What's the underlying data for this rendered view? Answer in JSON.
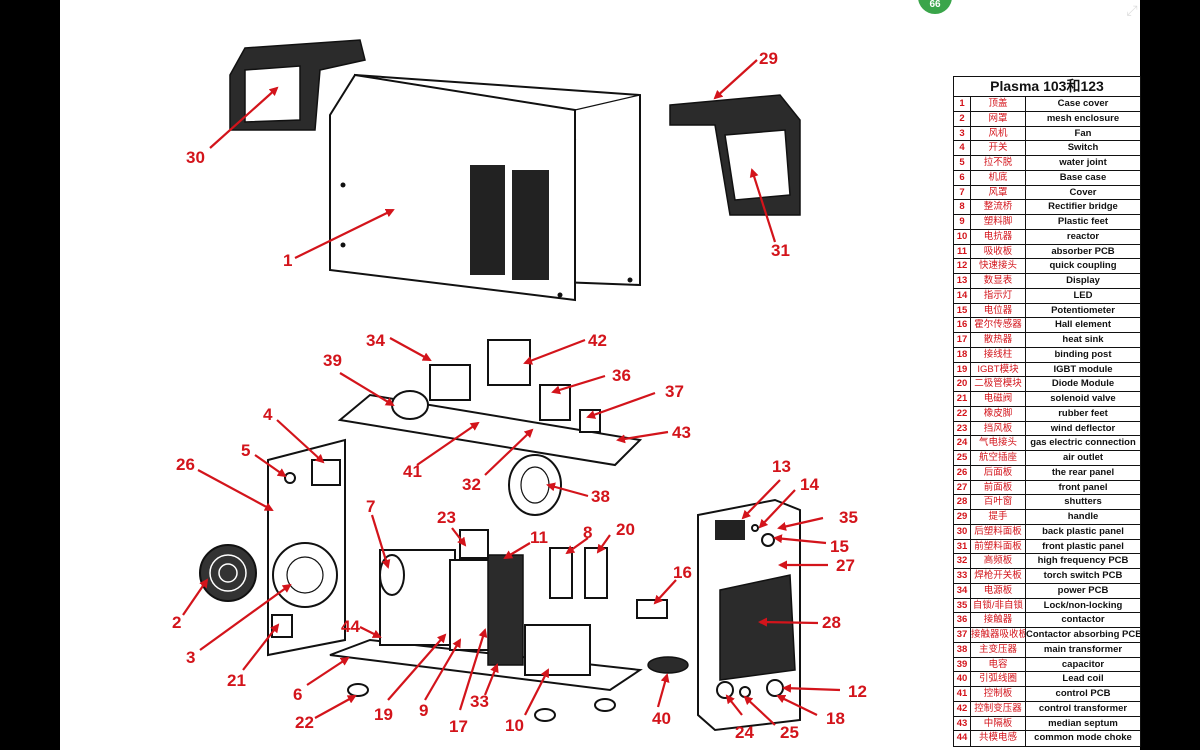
{
  "viewer": {
    "page_badge": "66",
    "expand_icon": "expand-icon"
  },
  "table": {
    "title": "Plasma 103和123",
    "rows": [
      {
        "no": "1",
        "cn": "顶盖",
        "en": "Case cover"
      },
      {
        "no": "2",
        "cn": "网罩",
        "en": "mesh enclosure"
      },
      {
        "no": "3",
        "cn": "风机",
        "en": "Fan"
      },
      {
        "no": "4",
        "cn": "开关",
        "en": "Switch"
      },
      {
        "no": "5",
        "cn": "拉不脱",
        "en": "water joint"
      },
      {
        "no": "6",
        "cn": "机底",
        "en": "Base case"
      },
      {
        "no": "7",
        "cn": "风罩",
        "en": "Cover"
      },
      {
        "no": "8",
        "cn": "整流桥",
        "en": "Rectifier bridge"
      },
      {
        "no": "9",
        "cn": "塑料脚",
        "en": "Plastic feet"
      },
      {
        "no": "10",
        "cn": "电抗器",
        "en": "reactor"
      },
      {
        "no": "11",
        "cn": "吸收板",
        "en": "absorber PCB"
      },
      {
        "no": "12",
        "cn": "快速接头",
        "en": "quick coupling"
      },
      {
        "no": "13",
        "cn": "数显表",
        "en": "Display"
      },
      {
        "no": "14",
        "cn": "指示灯",
        "en": "LED"
      },
      {
        "no": "15",
        "cn": "电位器",
        "en": "Potentiometer"
      },
      {
        "no": "16",
        "cn": "霍尔传感器",
        "en": "Hall element"
      },
      {
        "no": "17",
        "cn": "散热器",
        "en": "heat sink"
      },
      {
        "no": "18",
        "cn": "接线柱",
        "en": "binding post"
      },
      {
        "no": "19",
        "cn": "IGBT模块",
        "en": "IGBT module"
      },
      {
        "no": "20",
        "cn": "二极管模块",
        "en": "Diode Module"
      },
      {
        "no": "21",
        "cn": "电磁阀",
        "en": "solenoid valve"
      },
      {
        "no": "22",
        "cn": "橡皮脚",
        "en": "rubber feet"
      },
      {
        "no": "23",
        "cn": "挡风板",
        "en": "wind deflector"
      },
      {
        "no": "24",
        "cn": "气电接头",
        "en": "gas electric connection"
      },
      {
        "no": "25",
        "cn": "航空插座",
        "en": "air outlet"
      },
      {
        "no": "26",
        "cn": "后面板",
        "en": "the rear panel"
      },
      {
        "no": "27",
        "cn": "前面板",
        "en": "front panel"
      },
      {
        "no": "28",
        "cn": "百叶窗",
        "en": "shutters"
      },
      {
        "no": "29",
        "cn": "提手",
        "en": "handle"
      },
      {
        "no": "30",
        "cn": "后塑料面板",
        "en": "back plastic panel"
      },
      {
        "no": "31",
        "cn": "前塑料面板",
        "en": "front plastic panel"
      },
      {
        "no": "32",
        "cn": "高频板",
        "en": "high frequency PCB"
      },
      {
        "no": "33",
        "cn": "焊枪开关板",
        "en": "torch switch PCB"
      },
      {
        "no": "34",
        "cn": "电源板",
        "en": "power PCB"
      },
      {
        "no": "35",
        "cn": "自锁/非自锁",
        "en": "Lock/non-locking"
      },
      {
        "no": "36",
        "cn": "接触器",
        "en": "contactor"
      },
      {
        "no": "37",
        "cn": "接触器吸收板",
        "en": "Contactor absorbing PCB"
      },
      {
        "no": "38",
        "cn": "主变压器",
        "en": "main transformer"
      },
      {
        "no": "39",
        "cn": "电容",
        "en": "capacitor"
      },
      {
        "no": "40",
        "cn": "引弧线圈",
        "en": "Lead coil"
      },
      {
        "no": "41",
        "cn": "控制板",
        "en": "control PCB"
      },
      {
        "no": "42",
        "cn": "控制变压器",
        "en": "control transformer"
      },
      {
        "no": "43",
        "cn": "中隔板",
        "en": "median septum"
      },
      {
        "no": "44",
        "cn": "共模电感",
        "en": "common mode choke"
      }
    ]
  },
  "callouts": {
    "n1": "1",
    "n2": "2",
    "n3": "3",
    "n4": "4",
    "n5": "5",
    "n6": "6",
    "n7": "7",
    "n8": "8",
    "n9": "9",
    "n10": "10",
    "n11": "11",
    "n12": "12",
    "n13": "13",
    "n14": "14",
    "n15": "15",
    "n16": "16",
    "n17": "17",
    "n18": "18",
    "n19": "19",
    "n20": "20",
    "n21": "21",
    "n22": "22",
    "n23": "23",
    "n24": "24",
    "n25": "25",
    "n26": "26",
    "n27": "27",
    "n28": "28",
    "n29": "29",
    "n30": "30",
    "n31": "31",
    "n32": "32",
    "n33": "33",
    "n34": "34",
    "n35": "35",
    "n36": "36",
    "n37": "37",
    "n38": "38",
    "n39": "39",
    "n40": "40",
    "n41": "41",
    "n42": "42",
    "n43": "43",
    "n44": "44"
  },
  "colors": {
    "callout": "#d3141b",
    "badge": "#3aa54a",
    "outline": "#111111"
  }
}
